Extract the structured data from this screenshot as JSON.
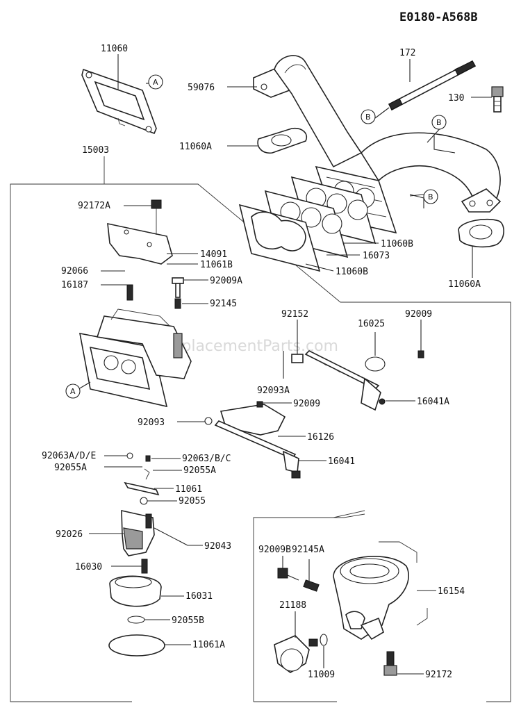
{
  "diagram_code": "E0180-A568B",
  "watermark": "eReplacementParts.com",
  "tags": {
    "a": "A",
    "b": "B"
  },
  "parts": {
    "p11060": "11060",
    "p15003": "15003",
    "p172": "172",
    "p59076": "59076",
    "p130": "130",
    "p11060A_top": "11060A",
    "p11060B_upper": "11060B",
    "p16073": "16073",
    "p11060B_lower": "11060B",
    "p11060A_right": "11060A",
    "p92172A": "92172A",
    "p14091": "14091",
    "p11061B": "11061B",
    "p92066": "92066",
    "p16187": "16187",
    "p92009A": "92009A",
    "p92145": "92145",
    "p92152": "92152",
    "p16025": "16025",
    "p92009_top": "92009",
    "p16041A": "16041A",
    "p92093A": "92093A",
    "p92009_mid": "92009",
    "p92093": "92093",
    "p16126": "16126",
    "p92063ADE": "92063A/D/E",
    "p92063BC": "92063/B/C",
    "p92055A_left": "92055A",
    "p92055A_right": "92055A",
    "p16041": "16041",
    "p11061": "11061",
    "p92055": "92055",
    "p92026": "92026",
    "p92043": "92043",
    "p16030": "16030",
    "p16031": "16031",
    "p92055B": "92055B",
    "p11061A": "11061A",
    "p92009B": "92009B",
    "p92145A": "92145A",
    "p16154": "16154",
    "p21188": "21188",
    "p11009": "11009",
    "p92172": "92172"
  }
}
